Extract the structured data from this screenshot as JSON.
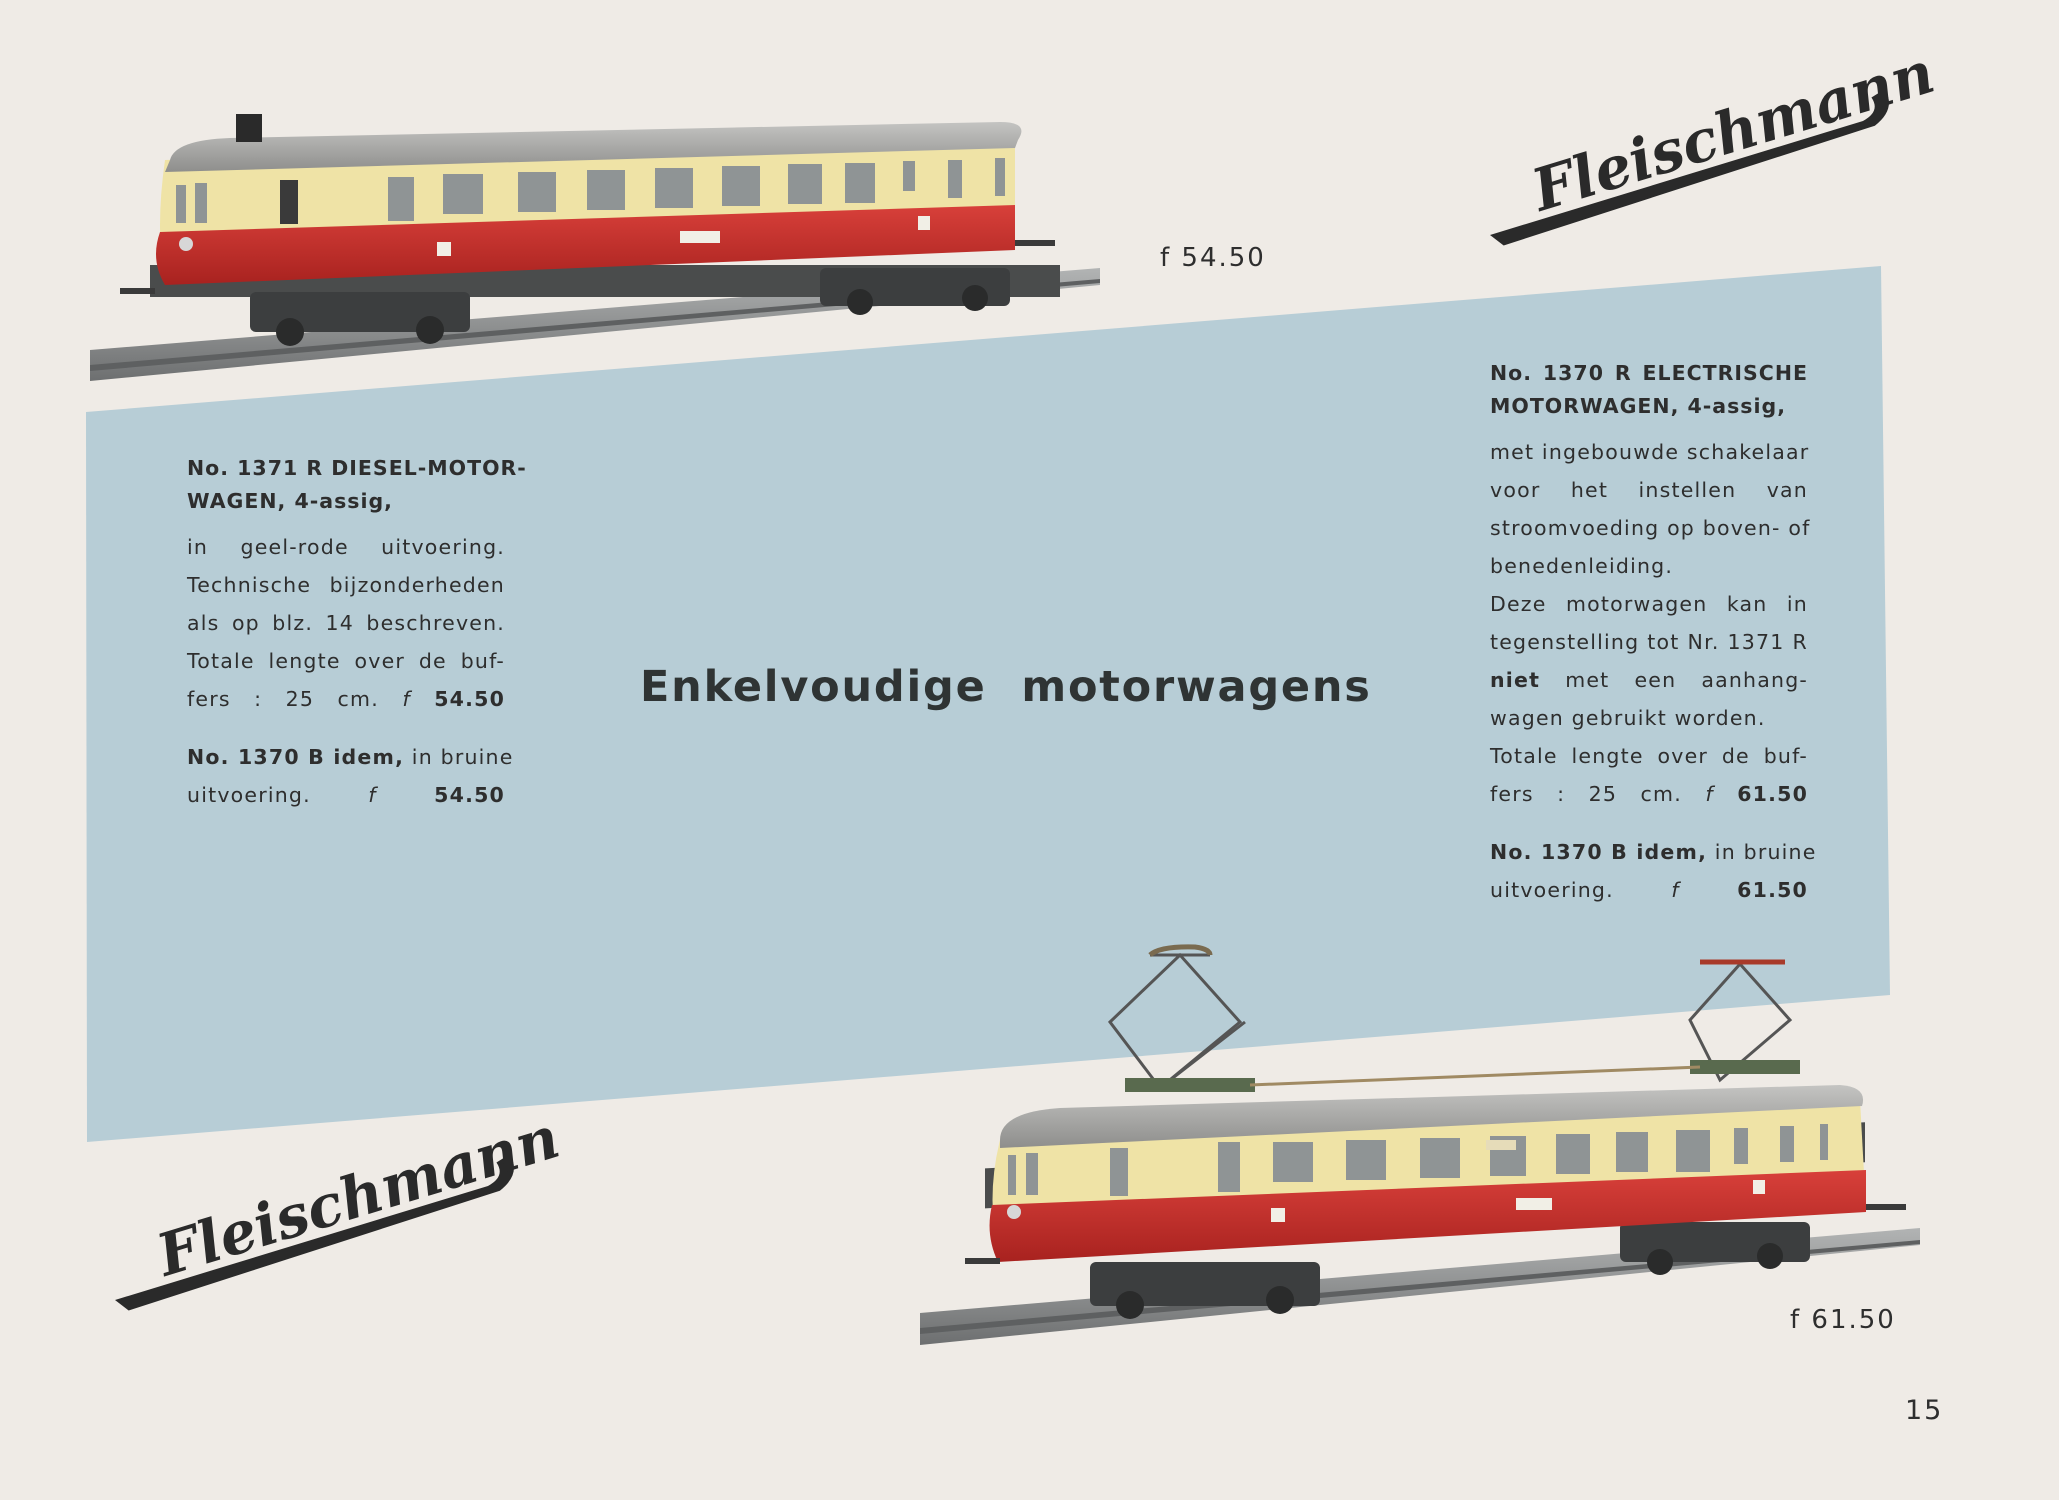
{
  "page_title": "Enkelvoudige motorwagens",
  "page_number": "15",
  "brand_logo": "Fleischmann",
  "price_top": "f 54.50",
  "price_bottom": "f 61.50",
  "left_block": {
    "heading_line1": "No. 1371 R DIESEL-MOTOR-",
    "heading_line2": "WAGEN, 4-assig,",
    "body": [
      "in geel-rode uitvoering.",
      "Technische bijzonderheden",
      "als op blz. 14 beschreven.",
      "Totale lengte over de buf-"
    ],
    "length_text": "fers : 25 cm.",
    "price": "54.50",
    "variant_no": "No. 1370 B idem,",
    "variant_rest": "in bruine",
    "variant_line2": "uitvoering.",
    "variant_price": "54.50"
  },
  "right_block": {
    "heading_no": "No. 1370 R",
    "heading_title": "ELECTRISCHE",
    "heading_line2": "MOTORWAGEN, 4-assig,",
    "body": [
      "met ingebouwde schakelaar",
      "voor het instellen van",
      "stroomvoeding op boven- of",
      "benedenleiding.",
      "Deze motorwagen kan in",
      "tegenstelling tot Nr. 1371 R"
    ],
    "niet": "niet",
    "niet_rest": "met een aanhang-",
    "body2": [
      "wagen gebruikt worden.",
      "Totale lengte over de buf-"
    ],
    "length_text": "fers : 25 cm.",
    "price": "61.50",
    "variant_no": "No. 1370 B idem,",
    "variant_rest": "in bruine",
    "variant_line2": "uitvoering.",
    "variant_price": "61.50"
  },
  "currency_symbol": "f",
  "colors": {
    "background": "#efebe6",
    "panel_blue": "#b7cdd6",
    "train_cream": "#efe3a6",
    "train_red": "#c92e2b",
    "train_roof": "#a8a8a6",
    "rail": "#8d8f8f"
  }
}
